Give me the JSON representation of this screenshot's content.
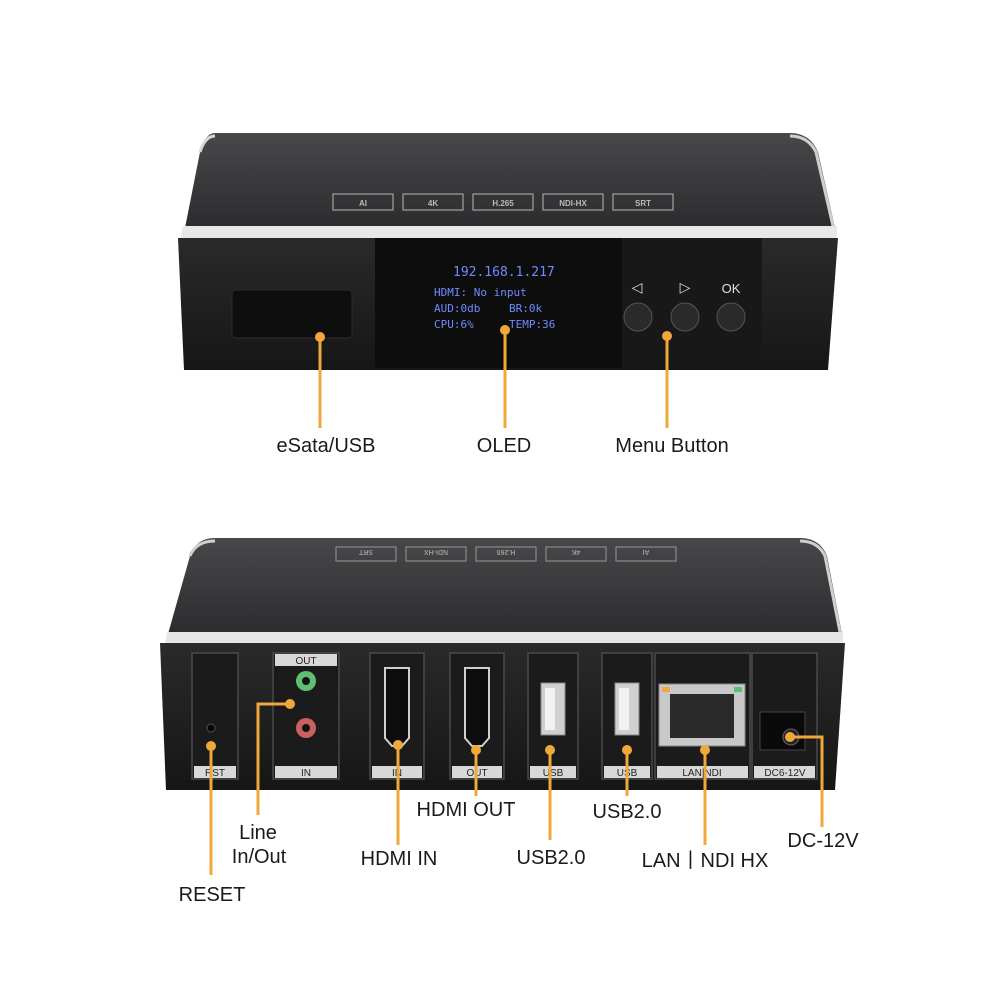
{
  "front": {
    "top_badges": [
      "AI",
      "4K",
      "H.265",
      "NDI-HX",
      "SRT"
    ],
    "oled": {
      "ip": "192.168.1.217",
      "line1": "HDMI: No input",
      "line2_left": "AUD:0db",
      "line2_right": "BR:0k",
      "line3_left": "CPU:6%",
      "line3_right": "TEMP:36"
    },
    "buttons": {
      "left": "◁",
      "right": "▷",
      "ok": "OK"
    },
    "callouts": {
      "esata": "eSata/USB",
      "oled": "OLED",
      "menu": "Menu Button"
    }
  },
  "back": {
    "top_badges": [
      "SRT",
      "NDI-HX",
      "H.265",
      "4K",
      "AI"
    ],
    "port_labels": {
      "rst": "RST",
      "out": "OUT",
      "in": "IN",
      "hdmi_in": "IN",
      "hdmi_out": "OUT",
      "usb1": "USB",
      "usb2": "USB",
      "lan": "LAN|NDI",
      "dc": "DC6-12V"
    },
    "callouts": {
      "line_line1": "Line",
      "line_line2": "In/Out",
      "reset": "RESET",
      "hdmi_in": "HDMI IN",
      "hdmi_out": "HDMI OUT",
      "usb_a": "USB2.0",
      "usb_b": "USB2.0",
      "lan": "LAN丨NDI HX",
      "dc": "DC-12V"
    }
  },
  "colors": {
    "accent": "#f0a83a",
    "body": "#2b2b2b",
    "top": "#3a3a3c",
    "text": "#1a1a1a"
  }
}
